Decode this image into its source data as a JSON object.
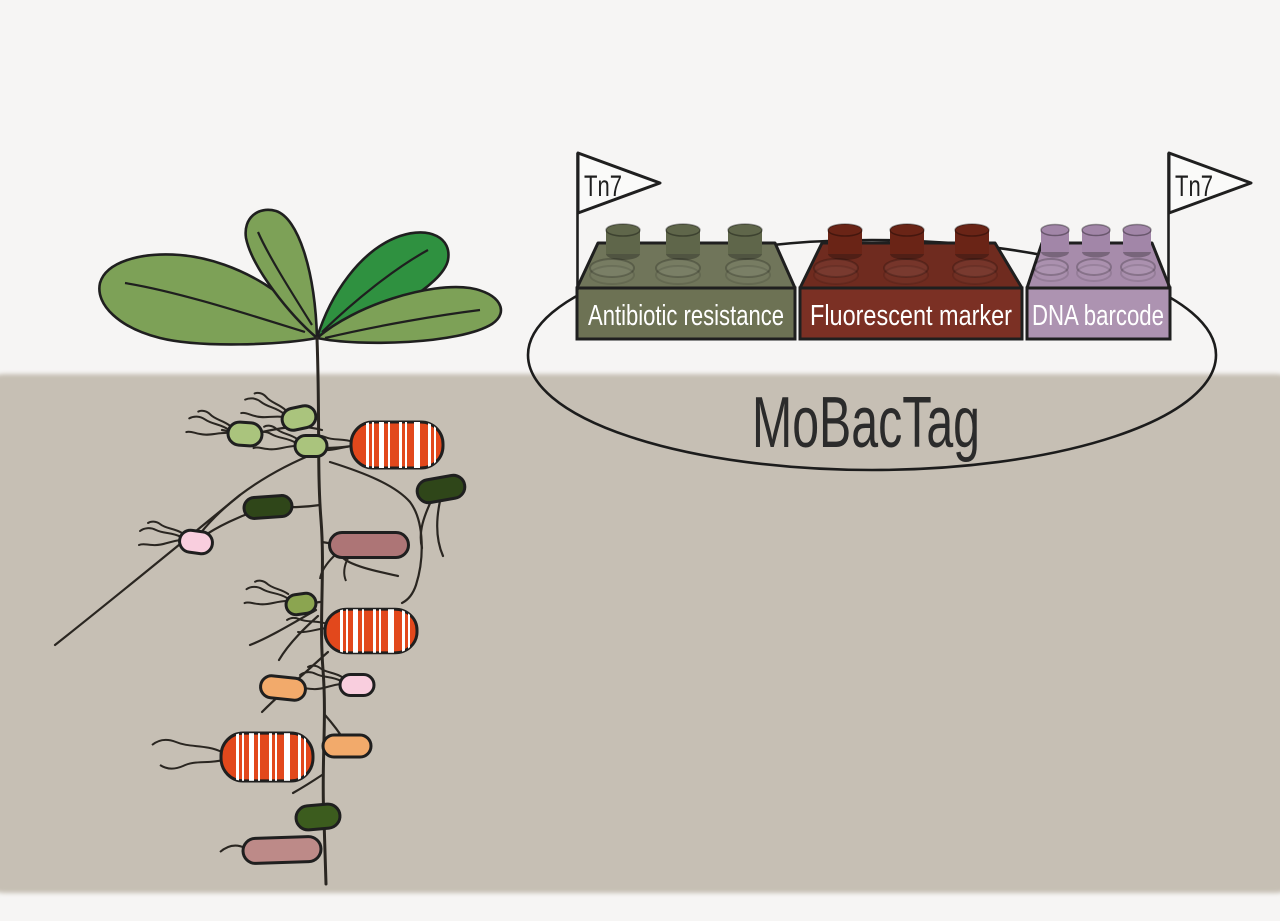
{
  "figure": {
    "background": "#f6f5f4",
    "soil_color": "#c6bfb4",
    "root_color": "#2a2621",
    "outline_color": "#1f1f1f",
    "label_color": "#ffffff",
    "plasmid": {
      "label": "MoBacTag",
      "text_color": "#2b2b2b",
      "outline": "#1c1c1c"
    },
    "transposon_flags": {
      "left": "Tn7",
      "right": "Tn7",
      "flag_fill": "#fafaf9"
    },
    "bricks": [
      {
        "id": "antibiotic-resistance",
        "label": "Antibiotic resistance",
        "face": "#6d7254",
        "top": "#70755a",
        "stud": "#5f664a"
      },
      {
        "id": "fluorescent-marker",
        "label": "Fluorescent marker",
        "face": "#7b3024",
        "top": "#6f2b1f",
        "stud": "#6a2416"
      },
      {
        "id": "dna-barcode",
        "label": "DNA barcode",
        "face": "#ad93b1",
        "top": "#a78cab",
        "stud": "#a286a8"
      }
    ],
    "plant": {
      "leaf_light": "#7da157",
      "leaf_dark": "#2f9140"
    },
    "bacteria_colors": {
      "barcoded_orange": "#e2481c",
      "stripe": "#ffffff",
      "light_green": "#aac47d",
      "olive_green": "#8ba550",
      "dark_green": "#2f4619",
      "dark_green_bright": "#3c5c1e",
      "pink": "#f9cede",
      "peach": "#f2aa6b",
      "mauve": "#ad7576",
      "mauve_light": "#bd8a88"
    }
  }
}
